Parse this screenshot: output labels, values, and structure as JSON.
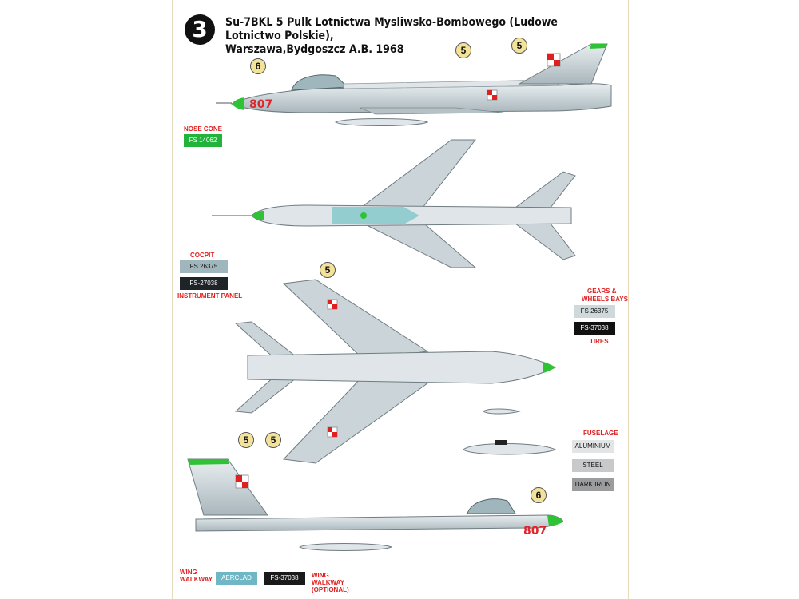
{
  "header": {
    "badge_number": "3",
    "title_line1": "Su-7BKL 5 Pulk Lotnictwa Mysliwsko-Bombowego (Ludowe Lotnictwo Polskie),",
    "title_line2": "Warszawa,Bydgoszcz A.B. 1968"
  },
  "callouts": {
    "c6": "6",
    "c5": "5"
  },
  "aircraft_number": "807",
  "labels": {
    "nose_cone": "NOSE CONE",
    "cocpit": "COCPIT",
    "instrument_panel": "INSTRUMENT PANEL",
    "gears": "GEARS &",
    "wheels_bays": "WHEELS BAYS",
    "tires": "TIRES",
    "fuselage": "FUSELAGE",
    "wing_walkway": "WING WALKWAY",
    "wing_walkway_optional": "WING WALKWAY (OPTIONAL)"
  },
  "swatches": {
    "nose": {
      "text": "FS 14062",
      "color": "#22b43a"
    },
    "cockpit1": {
      "text": "FS 26375",
      "color": "#9fb6bc"
    },
    "cockpit2": {
      "text": "FS-27038",
      "color": "#1f2428"
    },
    "gear1": {
      "text": "FS 26375",
      "color": "#cfd9db"
    },
    "gear2": {
      "text": "FS-37038",
      "color": "#111111"
    },
    "fus1": {
      "text": "ALUMINIUM",
      "color": "#e2e4e6"
    },
    "fus2": {
      "text": "STEEL",
      "color": "#c7c9cb"
    },
    "fus3": {
      "text": "DARK IRON",
      "color": "#9a9c9e"
    },
    "walk1": {
      "text": "AERCLAD",
      "color": "#6fb7c4"
    },
    "walk2": {
      "text": "FS-37038",
      "color": "#1a1a1a"
    }
  },
  "colors": {
    "metal": "#cfd8dc",
    "metal_dark": "#9fb0b6",
    "green": "#2fc236",
    "red": "#e02020"
  }
}
